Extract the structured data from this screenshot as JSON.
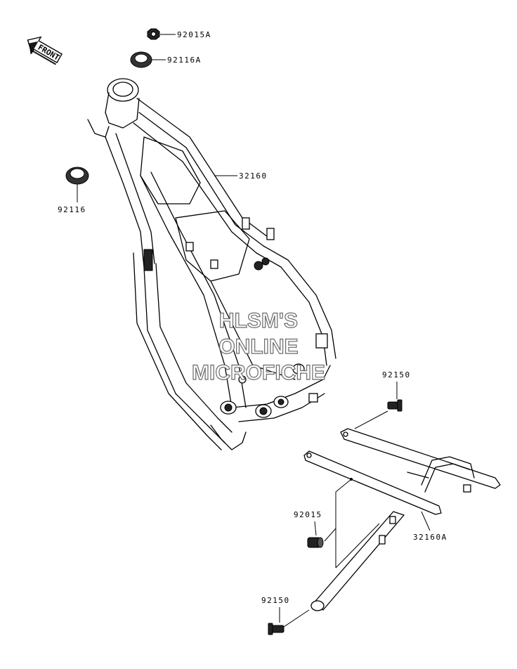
{
  "direction_indicator": {
    "label": "FRONT"
  },
  "parts": [
    {
      "id": "nut_top",
      "number": "92015A"
    },
    {
      "id": "washer_top",
      "number": "92116A"
    },
    {
      "id": "washer_left",
      "number": "92116"
    },
    {
      "id": "frame",
      "number": "32160"
    },
    {
      "id": "bolt_upper",
      "number": "92150"
    },
    {
      "id": "collar",
      "number": "92015"
    },
    {
      "id": "subframe",
      "number": "32160A"
    },
    {
      "id": "bolt_lower",
      "number": "92150"
    }
  ],
  "watermark": {
    "lines": [
      "HLSM'S",
      "ONLINE",
      "MICROFICHE"
    ]
  }
}
